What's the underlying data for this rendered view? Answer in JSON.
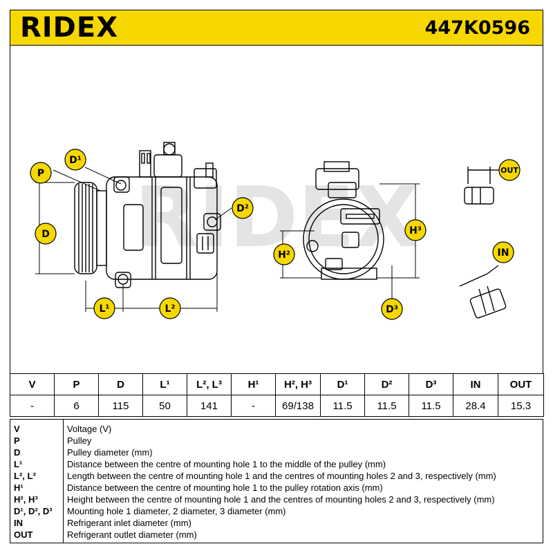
{
  "header": {
    "brand": "RIDEX",
    "part_number": "447K0596"
  },
  "drawing": {
    "watermark": "RIDEX",
    "callouts": {
      "p": "P",
      "d": "D",
      "d1": "D¹",
      "d2": "D²",
      "d3": "D³",
      "l1": "L¹",
      "l2": "L²",
      "h2": "H²",
      "h3": "H³",
      "out": "OUT",
      "in": "IN"
    }
  },
  "specs": {
    "headers": [
      "V",
      "P",
      "D",
      "L¹",
      "L², L³",
      "H¹",
      "H², H³",
      "D¹",
      "D²",
      "D³",
      "IN",
      "OUT"
    ],
    "values": [
      "-",
      "6",
      "115",
      "50",
      "141",
      "-",
      "69/138",
      "11.5",
      "11.5",
      "11.5",
      "28.4",
      "15.3"
    ]
  },
  "legend": [
    {
      "key": "V",
      "desc": "Voltage (V)"
    },
    {
      "key": "P",
      "desc": "Pulley"
    },
    {
      "key": "D",
      "desc": "Pulley diameter (mm)"
    },
    {
      "key": "L¹",
      "desc": "Distance between the centre of mounting hole 1 to the middle of the pulley (mm)"
    },
    {
      "key": "L², L³",
      "desc": "Length between the centre of mounting hole 1 and the centres of mounting holes 2 and 3, respectively (mm)"
    },
    {
      "key": "H¹",
      "desc": "Distance between the centre of mounting hole 1 to the pulley rotation axis (mm)"
    },
    {
      "key": "H², H³",
      "desc": "Height between the centre of mounting hole 1 and the centres of mounting holes 2 and 3, respectively (mm)"
    },
    {
      "key": "D¹, D², D³",
      "desc": "Mounting hole 1 diameter, 2 diameter, 3 diameter (mm)"
    },
    {
      "key": "IN",
      "desc": "Refrigerant inlet diameter (mm)"
    },
    {
      "key": "OUT",
      "desc": "Refrigerant outlet diameter (mm)"
    }
  ],
  "colors": {
    "brand_yellow": "#f6d800",
    "line": "#000000",
    "watermark": "#e4e4e4"
  }
}
